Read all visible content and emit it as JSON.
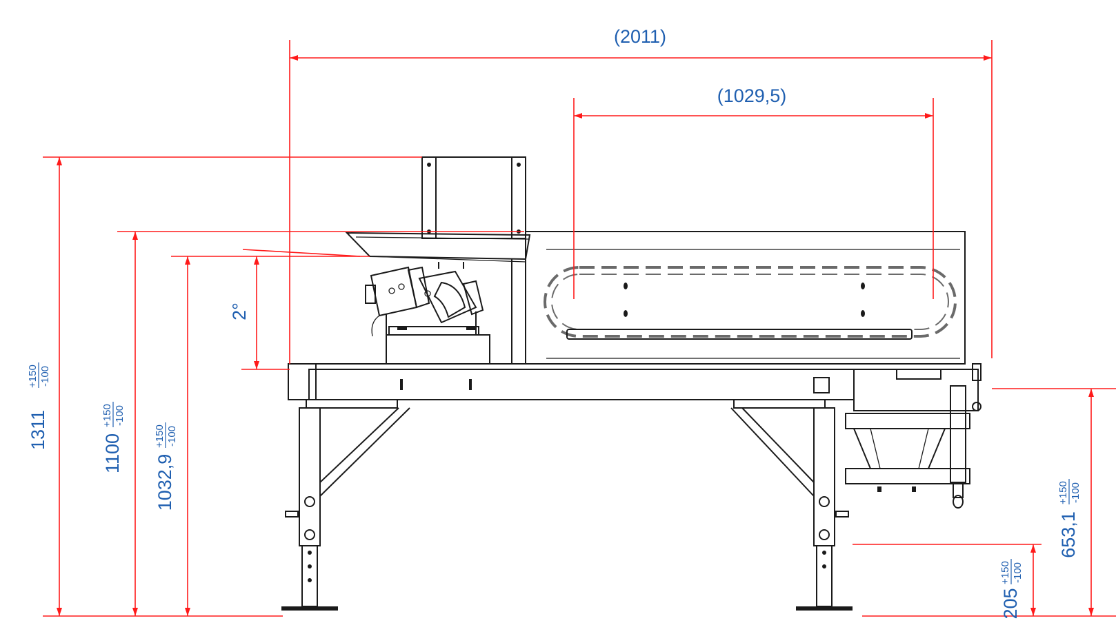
{
  "dimensions": {
    "overall_length": "(2011)",
    "belt_length": "(1029,5)",
    "angle": "2°",
    "total_height": {
      "value": "1311",
      "tol_plus": "+150",
      "tol_minus": "-100"
    },
    "hopper_height": {
      "value": "1100",
      "tol_plus": "+150",
      "tol_minus": "-100"
    },
    "belt_height": {
      "value": "1032,9",
      "tol_plus": "+150",
      "tol_minus": "-100"
    },
    "outlet_height": {
      "value": "653,1",
      "tol_plus": "+150",
      "tol_minus": "-100"
    },
    "foot_height": {
      "value": "205",
      "tol_plus": "+150",
      "tol_minus": "-100"
    }
  },
  "colors": {
    "dimension_line": "#ff1a1a",
    "dimension_text": "#1f5fb0",
    "drawing_ink": "#1a1a1a",
    "belt_dash": "#6a6a6a"
  }
}
